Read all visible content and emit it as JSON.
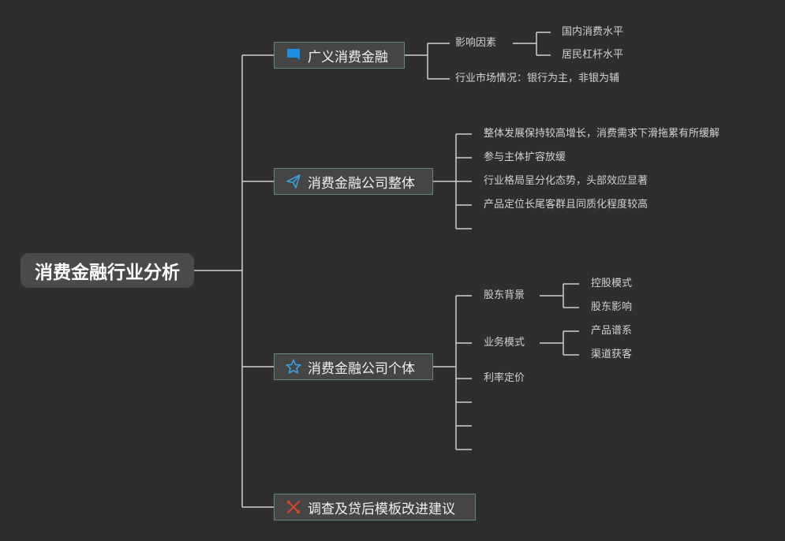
{
  "root": {
    "label": "消费金融行业分析"
  },
  "branches": [
    {
      "label": "广义消费金融",
      "icon": "flag-icon",
      "children": [
        {
          "label": "影响因素",
          "children": [
            "国内消费水平",
            "居民杠杆水平"
          ]
        },
        {
          "label": "行业市场情况：银行为主，非银为辅"
        }
      ]
    },
    {
      "label": "消费金融公司整体",
      "icon": "paper-plane-icon",
      "children": [
        "整体发展保持较高增长，消费需求下滑拖累有所缓解",
        "参与主体扩容放缓",
        "行业格局呈分化态势，头部效应显著",
        "产品定位长尾客群且同质化程度较高",
        ""
      ]
    },
    {
      "label": "消费金融公司个体",
      "icon": "star-icon",
      "children": [
        {
          "label": "股东背景",
          "children": [
            "控股模式",
            "股东影响"
          ]
        },
        {
          "label": "业务模式",
          "children": [
            "产品谱系",
            "渠道获客"
          ]
        },
        {
          "label": "利率定价"
        },
        {
          "label": ""
        },
        {
          "label": ""
        },
        {
          "label": ""
        }
      ]
    },
    {
      "label": "调查及贷后模板改进建议",
      "icon": "tools-icon",
      "children": []
    }
  ],
  "colors": {
    "background": "#2e2e2e",
    "line": "#d0d0d0",
    "topic_border": "#5f8a76",
    "flag_icon": "#1e90e0",
    "plane_icon": "#3aa0e0",
    "star_icon": "#3aa0e0",
    "tools_icon": "#d0472c"
  }
}
